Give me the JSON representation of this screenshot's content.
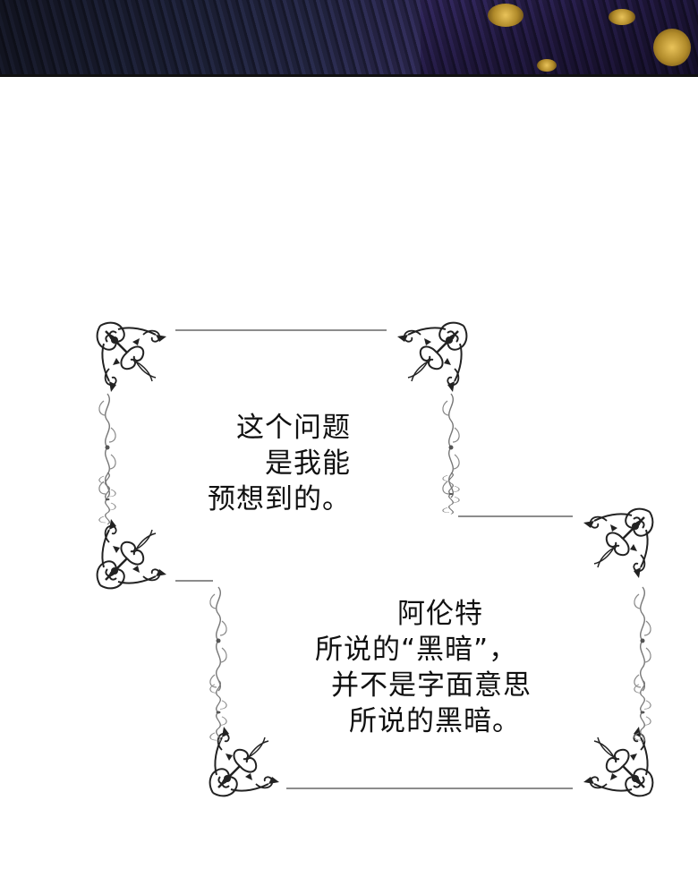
{
  "panels": {
    "top_art": {
      "description_colors": {
        "dark_navy": "#1a1d2e",
        "violet": "#3b2e6a",
        "gold": "#e9c35a"
      }
    },
    "box1": {
      "lines": [
        "这个问题",
        "是我能",
        "预想到的。"
      ]
    },
    "box2": {
      "lines": [
        "阿伦特",
        "所说的“黑暗”，",
        "并不是字面意思",
        "所说的黑暗。"
      ]
    }
  },
  "colors": {
    "background": "#ffffff",
    "text": "#111111",
    "frame": "#222222"
  }
}
